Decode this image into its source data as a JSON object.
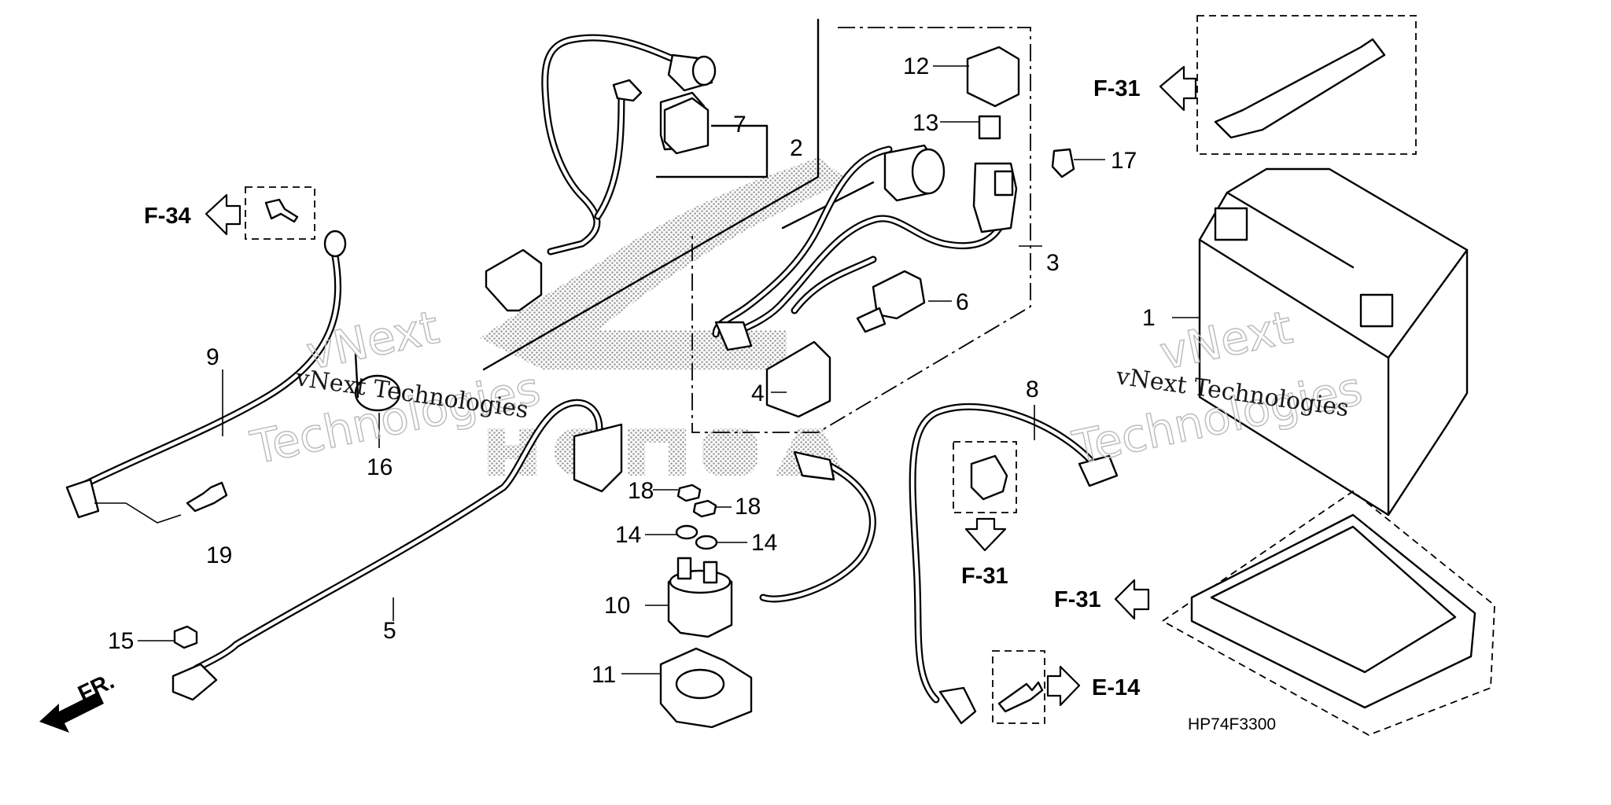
{
  "diagram_code": "HP74F3300",
  "front_indicator": "FR.",
  "watermark": {
    "line1": "vNext",
    "line2": "Technologies",
    "inline": "vNext Technologies",
    "brand": "HONDA"
  },
  "callouts": [
    {
      "id": "c1",
      "label": "1"
    },
    {
      "id": "c2",
      "label": "2"
    },
    {
      "id": "c3",
      "label": "3"
    },
    {
      "id": "c4",
      "label": "4"
    },
    {
      "id": "c5",
      "label": "5"
    },
    {
      "id": "c6",
      "label": "6"
    },
    {
      "id": "c7",
      "label": "7"
    },
    {
      "id": "c8",
      "label": "8"
    },
    {
      "id": "c9",
      "label": "9"
    },
    {
      "id": "c10",
      "label": "10"
    },
    {
      "id": "c11",
      "label": "11"
    },
    {
      "id": "c12",
      "label": "12"
    },
    {
      "id": "c13",
      "label": "13"
    },
    {
      "id": "c14a",
      "label": "14"
    },
    {
      "id": "c14b",
      "label": "14"
    },
    {
      "id": "c15",
      "label": "15"
    },
    {
      "id": "c16",
      "label": "16"
    },
    {
      "id": "c17",
      "label": "17"
    },
    {
      "id": "c18a",
      "label": "18"
    },
    {
      "id": "c18b",
      "label": "18"
    },
    {
      "id": "c19",
      "label": "19"
    }
  ],
  "references": [
    {
      "id": "r1",
      "label": "F-31"
    },
    {
      "id": "r2",
      "label": "F-34"
    },
    {
      "id": "r3",
      "label": "F-31"
    },
    {
      "id": "r4",
      "label": "F-31"
    },
    {
      "id": "r5",
      "label": "E-14"
    }
  ]
}
